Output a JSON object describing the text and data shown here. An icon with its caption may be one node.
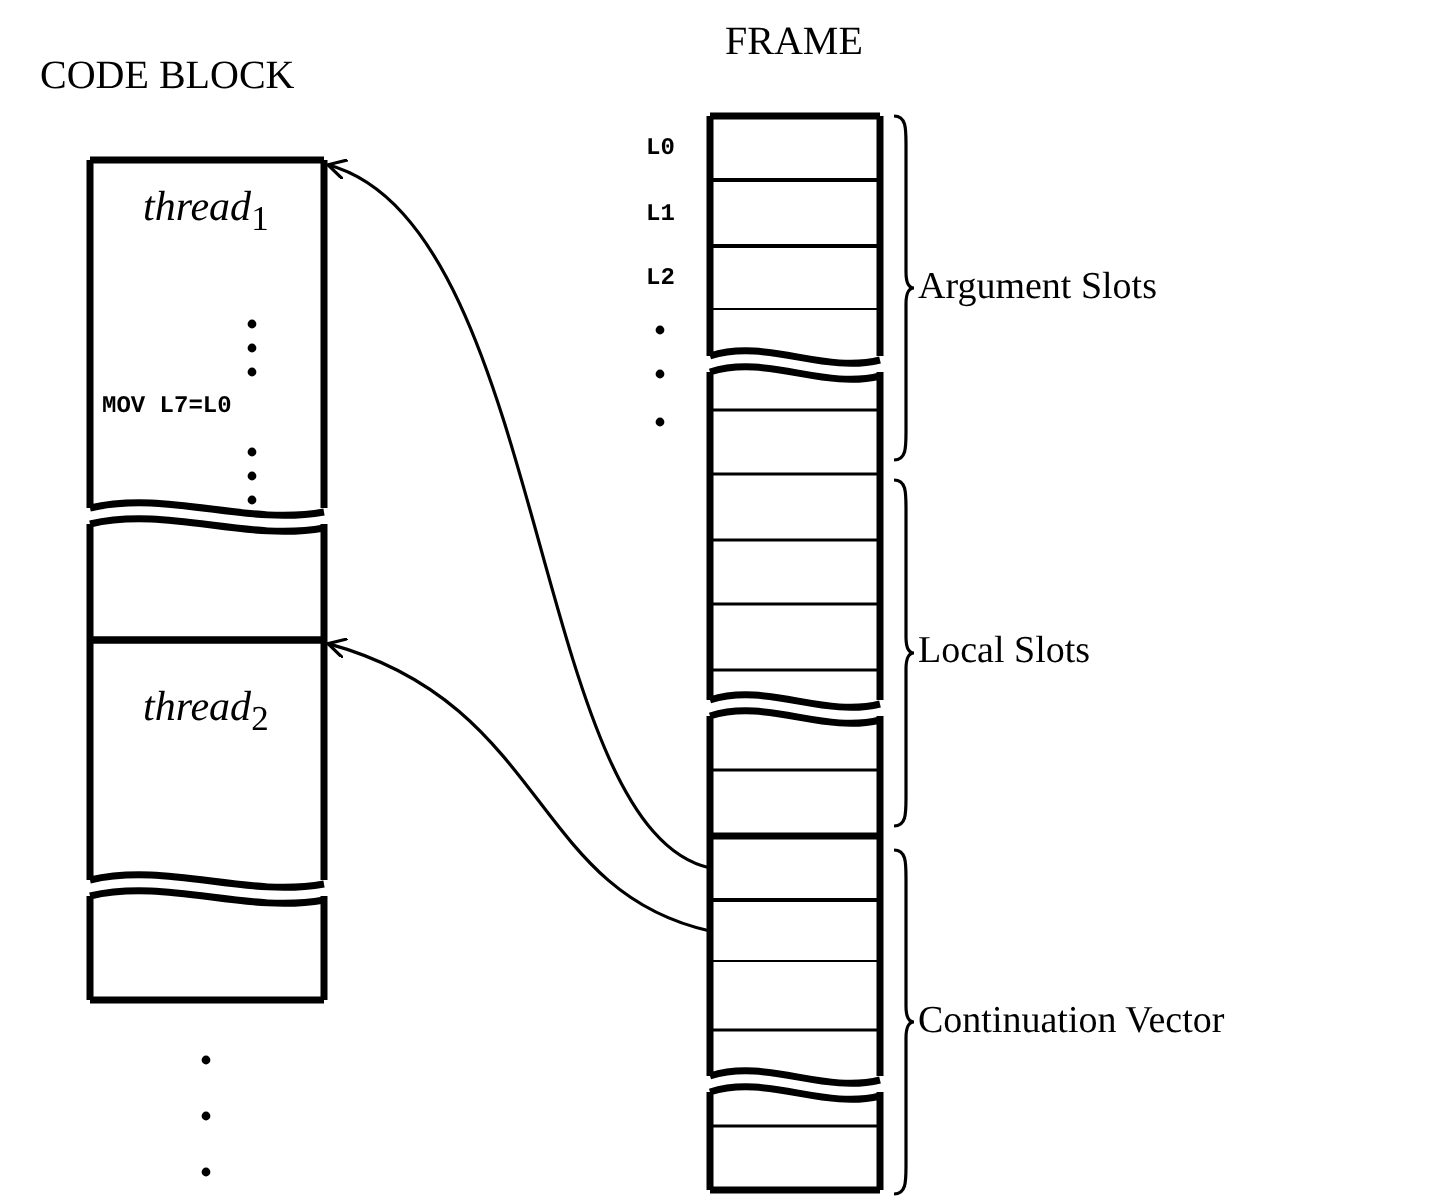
{
  "diagram": {
    "nodes": [
      {
        "text": [
          "CODE BLOCK"
        ]
      },
      {
        "text": [
          "*thread*$_{1}$",
          "MOV L7=L0"
        ],
        "in": 0
      },
      {
        "text": [
          "*thread*$_{2}$"
        ],
        "in": 0
      },
      {
        "text": [
          "FRAME"
        ]
      },
      {
        "text": [],
        "shape": "box",
        "in": 3,
        "beside": [
          "L0"
        ]
      },
      {
        "text": [],
        "shape": "box",
        "in": 3,
        "beside": [
          "L1"
        ]
      },
      {
        "text": [],
        "shape": "box",
        "in": 3,
        "beside": [
          "L2"
        ]
      },
      {
        "text": [],
        "shape": "box",
        "in": 3
      },
      {
        "text": [],
        "shape": "box",
        "in": 3
      }
    ],
    "edges": [
      {
        "from": 7,
        "to": 1,
        "arrow": "to"
      },
      {
        "from": 8,
        "to": 2,
        "arrow": "to"
      }
    ],
    "labels": [
      "Argument Slots",
      "Local Slots",
      "Continuation Vector"
    ]
  }
}
